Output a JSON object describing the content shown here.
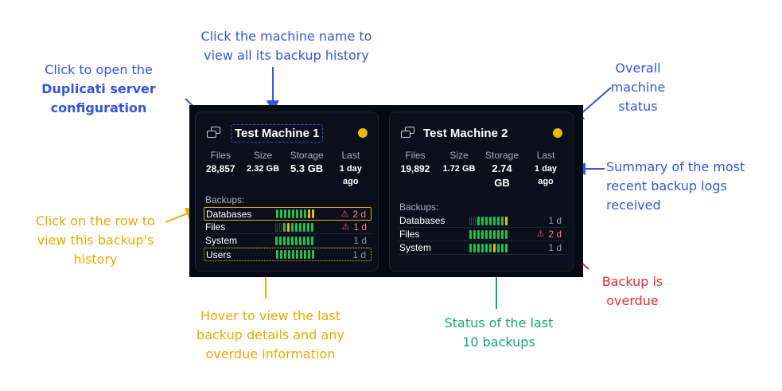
{
  "annotations": {
    "top_center": [
      "Click the machine name to",
      "view all its backup history"
    ],
    "top_left_line1": "Click to open the",
    "top_left_bold1": "Duplicati server",
    "top_left_bold2": "configuration",
    "top_right": [
      "Overall",
      "machine",
      "status"
    ],
    "right_summary": [
      "Summary of the most",
      "recent backup logs",
      "received"
    ],
    "left_row": [
      "Click on the row to",
      "view this backup's",
      "history"
    ],
    "bottom_hover": [
      "Hover to view the last",
      "backup details and any",
      "overdue information"
    ],
    "bottom_status": [
      "Status of the last",
      "10 backups"
    ],
    "right_overdue": [
      "Backup is",
      "overdue"
    ]
  },
  "colors": {
    "blue": "#3355e0",
    "yellow": "#e6ac00",
    "green": "#16a874",
    "red": "#e03030",
    "ok": "#20c04a",
    "warning": "#f2b705",
    "status_dot": "#f1b60e"
  },
  "machines": [
    {
      "name": "Test Machine 1",
      "status": "warning",
      "stats": {
        "files_label": "Files",
        "files": "28,857",
        "size_label": "Size",
        "size": "2.32 GB",
        "storage_label": "Storage",
        "storage": "5.3 GB",
        "last_label": "Last",
        "last_line1": "1 day",
        "last_line2": "ago"
      },
      "backups_label": "Backups:",
      "backups": [
        {
          "name": "Databases",
          "bars": [
            "g",
            "g",
            "g",
            "g",
            "g",
            "g",
            "g",
            "g",
            "y",
            "y"
          ],
          "age": "2 d",
          "overdue": true
        },
        {
          "name": "Files",
          "bars": [
            "e",
            "e",
            "g",
            "y",
            "g",
            "g",
            "g",
            "g",
            "g",
            "g"
          ],
          "age": "1 d",
          "overdue": true
        },
        {
          "name": "System",
          "bars": [
            "g",
            "g",
            "g",
            "g",
            "g",
            "g",
            "g",
            "g",
            "g",
            "g"
          ],
          "age": "1 d",
          "overdue": false
        },
        {
          "name": "Users",
          "bars": [
            "g",
            "g",
            "g",
            "g",
            "g",
            "g",
            "g",
            "g",
            "g",
            "g"
          ],
          "age": "1 d",
          "overdue": false
        }
      ]
    },
    {
      "name": "Test Machine 2",
      "status": "warning",
      "stats": {
        "files_label": "Files",
        "files": "19,892",
        "size_label": "Size",
        "size": "1.72 GB",
        "storage_label": "Storage",
        "storage_line1": "2.74",
        "storage_line2": "GB",
        "last_label": "Last",
        "last_line1": "1 day",
        "last_line2": "ago"
      },
      "backups_label": "Backups:",
      "backups": [
        {
          "name": "Databases",
          "bars": [
            "e",
            "e",
            "g",
            "g",
            "g",
            "g",
            "g",
            "g",
            "g",
            "y"
          ],
          "age": "1 d",
          "overdue": false
        },
        {
          "name": "Files",
          "bars": [
            "g",
            "g",
            "g",
            "g",
            "g",
            "g",
            "g",
            "g",
            "g",
            "g"
          ],
          "age": "2 d",
          "overdue": true
        },
        {
          "name": "System",
          "bars": [
            "g",
            "g",
            "g",
            "g",
            "g",
            "g",
            "y",
            "g",
            "g",
            "g"
          ],
          "age": "1 d",
          "overdue": false
        }
      ]
    }
  ]
}
